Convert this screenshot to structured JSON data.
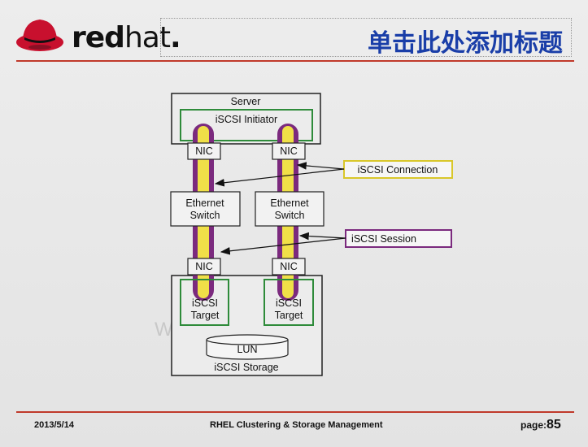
{
  "header": {
    "brand": "red",
    "brand_suffix": "hat",
    "brand_trademark": "."
  },
  "title": "单击此处添加标题",
  "diagram": {
    "server": "Server",
    "initiator": "iSCSI Initiator",
    "nic": "NIC",
    "switch_line1": "Ethernet",
    "switch_line2": "Switch",
    "target_line1": "iSCSI",
    "target_line2": "Target",
    "lun": "LUN",
    "storage": "iSCSI Storage",
    "connection_label": "iSCSI Connection",
    "session_label": "iSCSI Session"
  },
  "colors": {
    "connection_border": "#d9c72a",
    "session_border": "#7b2a7e",
    "initiator_border": "#2e8b3a",
    "pipe_outer": "#7b2a7e",
    "pipe_inner": "#f0e048",
    "title": "#1a3ea8",
    "rule": "#c0392b"
  },
  "footer": {
    "date": "2013/5/14",
    "center": "RHEL Clustering & Storage Management",
    "page_label": "page:",
    "page_number": "85"
  },
  "watermark": "W"
}
